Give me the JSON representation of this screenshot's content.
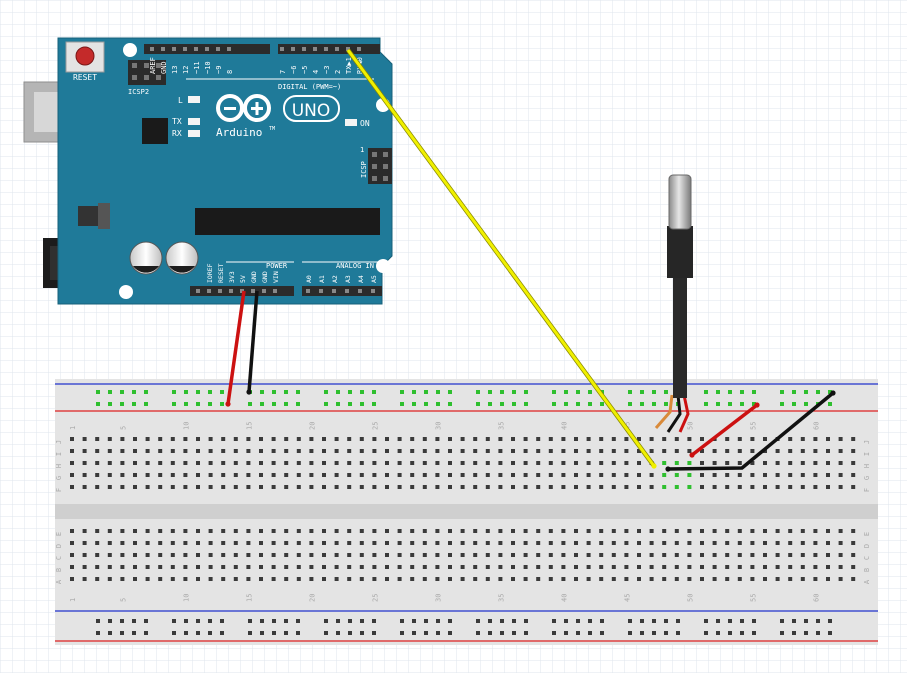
{
  "board": {
    "reset_label": "RESET",
    "icsp2_label": "ICSP2",
    "icsp_label": "ICSP",
    "led_l_label": "L",
    "led_tx_label": "TX",
    "led_rx_label": "RX",
    "on_label": "ON",
    "brand_label": "Arduino",
    "trademark": "TM",
    "model_label": "UNO",
    "digital_header_label": "DIGITAL (PWM=~)",
    "power_header_label": "POWER",
    "analog_header_label": "ANALOG IN",
    "icsp_pin1": "1",
    "digital_pins_left": [
      "AREF",
      "GND",
      "13",
      "12",
      "~11",
      "~10",
      "~9",
      "8"
    ],
    "digital_pins_right": [
      "7",
      "~6",
      "~5",
      "4",
      "~3",
      "2",
      "TX▶1",
      "RX◀0"
    ],
    "power_pins": [
      "IOREF",
      "RESET",
      "3V3",
      "5V",
      "GND",
      "GND",
      "VIN"
    ],
    "analog_pins": [
      "A0",
      "A1",
      "A2",
      "A3",
      "A4",
      "A5"
    ]
  },
  "breadboard": {
    "column_numbers": [
      "1",
      "5",
      "10",
      "15",
      "20",
      "25",
      "30",
      "35",
      "40",
      "45",
      "50",
      "55",
      "60"
    ],
    "rows_top": [
      "J",
      "I",
      "H",
      "G",
      "F"
    ],
    "rows_bottom": [
      "E",
      "D",
      "C",
      "B",
      "A"
    ]
  },
  "wires": {
    "signal_color": "#f0f000",
    "power_color": "#cc1111",
    "ground_color": "#111111",
    "lead_orange_color": "#d98a3a"
  },
  "colors": {
    "board_teal": "#1f7a99",
    "breadboard_body": "#e4e4e4",
    "rail_blue": "#2233cc",
    "rail_red": "#dd2222",
    "connected_hole": "#2fbf2f"
  }
}
